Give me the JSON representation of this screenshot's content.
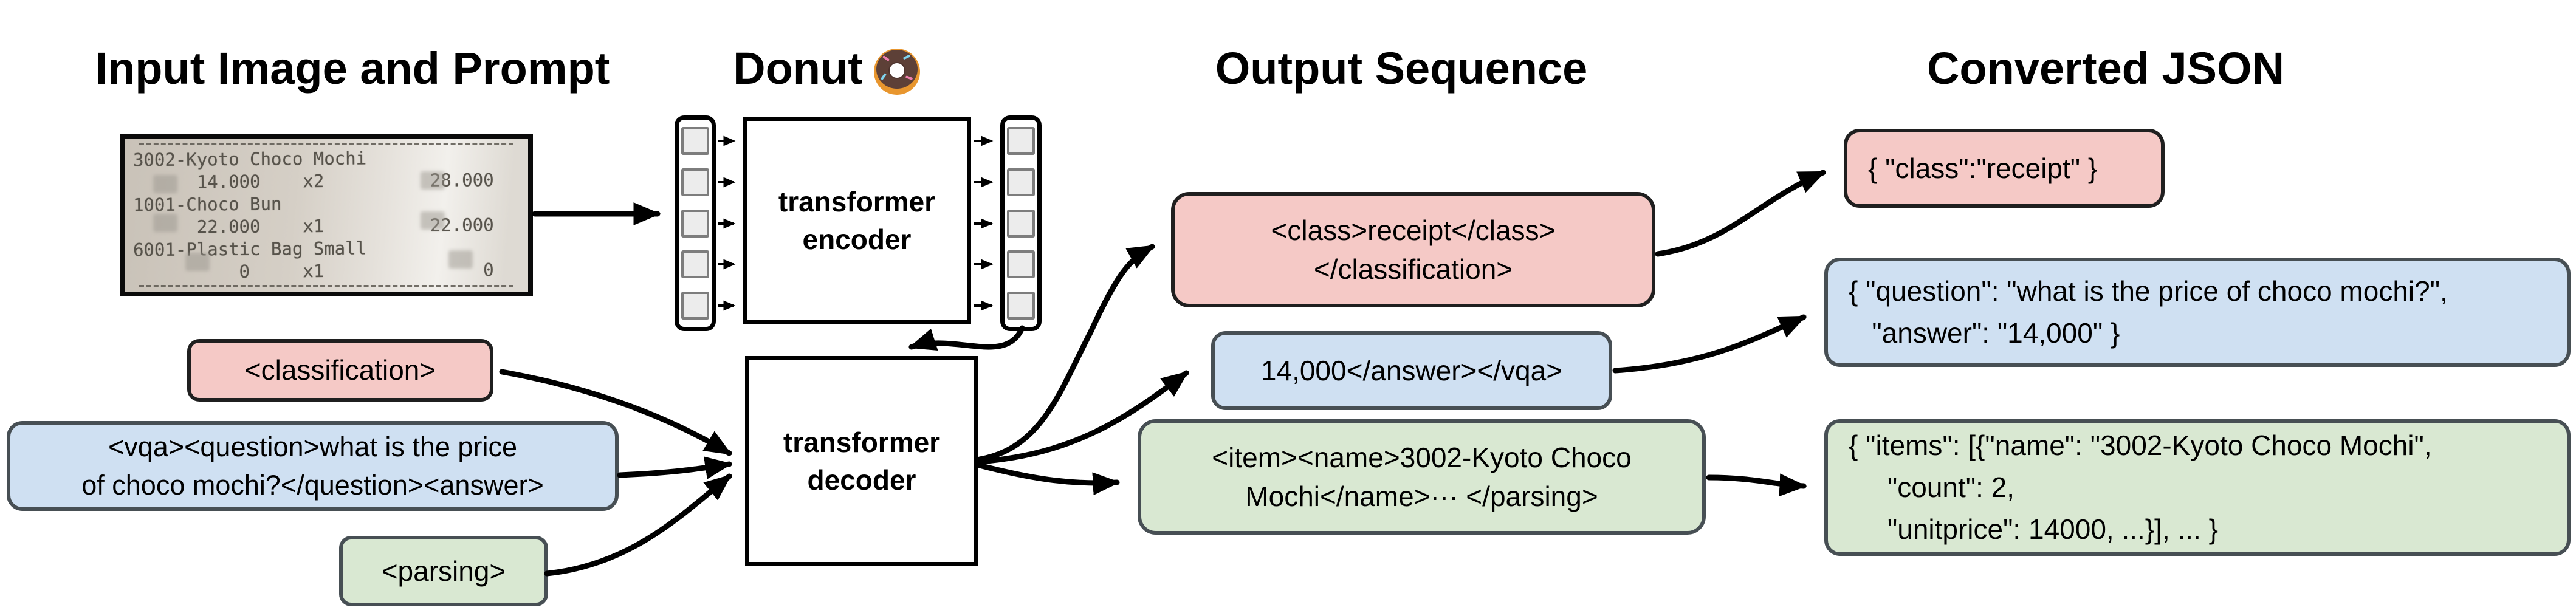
{
  "columns": {
    "input": {
      "title": "Input Image and Prompt"
    },
    "model": {
      "title": "Donut",
      "icon": "donut-emoji"
    },
    "output": {
      "title": "Output Sequence"
    },
    "json": {
      "title": "Converted JSON"
    }
  },
  "receipt": {
    "rows": [
      {
        "kind": "dash"
      },
      {
        "kind": "text",
        "text": "3002-Kyoto Choco Mochi"
      },
      {
        "kind": "text",
        "text": "      14.000    x2          28.000"
      },
      {
        "kind": "text",
        "text": "1001-Choco Bun"
      },
      {
        "kind": "text",
        "text": "      22.000    x1          22.000"
      },
      {
        "kind": "text",
        "text": "6001-Plastic Bag Small"
      },
      {
        "kind": "text",
        "text": "          0     x1               0"
      },
      {
        "kind": "dash"
      }
    ]
  },
  "donut": {
    "encoder_label": "transformer\nencoder",
    "decoder_label": "transformer\ndecoder",
    "patch_count": 5
  },
  "prompts": [
    {
      "id": "classification",
      "color": "pink",
      "text": "<classification>"
    },
    {
      "id": "vqa",
      "color": "blue",
      "text": "<vqa><question>what is the price\nof choco mochi?</question><answer>"
    },
    {
      "id": "parsing",
      "color": "green",
      "text": "<parsing>"
    }
  ],
  "outputs": [
    {
      "id": "classification",
      "color": "pink",
      "text": "<class>receipt</class>\n</classification>"
    },
    {
      "id": "vqa",
      "color": "blue",
      "text": "14,000</answer></vqa>"
    },
    {
      "id": "parsing",
      "color": "green",
      "text": "<item><name>3002-Kyoto Choco\nMochi</name>··· </parsing>"
    }
  ],
  "json_outputs": [
    {
      "id": "classification",
      "color": "pink",
      "text": "{ \"class\":\"receipt\" }"
    },
    {
      "id": "vqa",
      "color": "blue",
      "text": "{ \"question\": \"what is the price of choco mochi?\",\n   \"answer\": \"14,000\" }"
    },
    {
      "id": "parsing",
      "color": "green",
      "text": "{ \"items\": [{\"name\": \"3002-Kyoto Choco Mochi\",\n     \"count\": 2,\n     \"unitprice\": 14000, ...}], ... }"
    }
  ],
  "colors": {
    "pink_fill": "#f5c9c6",
    "blue_fill": "#cfe0f2",
    "green_fill": "#d9e8d2",
    "box_border": "#3a3a3a",
    "arrow": "#000000"
  }
}
